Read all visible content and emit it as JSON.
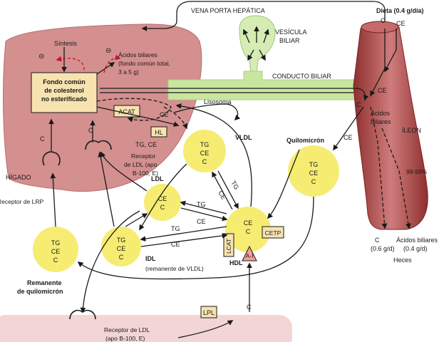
{
  "labels": {
    "vena_porta": "VENA PORTA HEPÁTICA",
    "vesicula_1": "VESÍCULA",
    "vesicula_2": "BILIAR",
    "conducto": "CONDUCTO BILIAR",
    "dieta": "Dieta (0.4 g/día)",
    "higado": "HÍGADO",
    "sintesis": "Síntesis",
    "minus": "⊖",
    "acidos_1": "Ácidos biliares",
    "acidos_2": "(fondo común total,",
    "acidos_3": "3 a 5 g)",
    "fondo_1": "Fondo común",
    "fondo_2": "de colesterol",
    "fondo_3": "no esterificado",
    "acat": "ACAT",
    "hl": "HL",
    "lisosoma": "Lisosoma",
    "c": "C",
    "ce": "CE",
    "tg": "TG",
    "tg_ce": "TG, CE",
    "rec_ldl_1": "Receptor",
    "rec_ldl_2": "de LDL (apo",
    "rec_ldl_3": "B-100, E)",
    "rec_lrp": "Receptor de LRP",
    "vldl": "VLDL",
    "ldl": "LDL",
    "idl": "IDL",
    "idl_sub": "(remanente de VLDL)",
    "hdl": "HDL",
    "quilo": "Quilomicrón",
    "rem_1": "Remanente",
    "rem_2": "de quilomicrón",
    "lcat": "LCAT",
    "cetp": "CETP",
    "ai": "A-I",
    "lpl": "LPL",
    "rec_ldl_bottom_1": "Receptor de LDL",
    "rec_ldl_bottom_2": "(apo B-100, E)",
    "acidos_intest": "Ácidos",
    "biliares_intest": "biliares",
    "ileon": "ÍLEON",
    "pct": "98-99%",
    "heces_c": "C",
    "heces_c_val": "(0.6 g/d)",
    "heces_ab": "Ácidos biliares",
    "heces_ab_val": "(0.4 g/d)",
    "heces": "Heces"
  },
  "colors": {
    "liver": "#d48f8f",
    "liver_dark": "#b86f6f",
    "lipoprotein": "#f6ec72",
    "gall": "#d6ecb4",
    "duct": "#c9e6a1",
    "intestine": "#b24b4b",
    "tissue": "#f3d5d5",
    "box": "#f6e3b0",
    "ai_fill": "#f4a49a"
  }
}
